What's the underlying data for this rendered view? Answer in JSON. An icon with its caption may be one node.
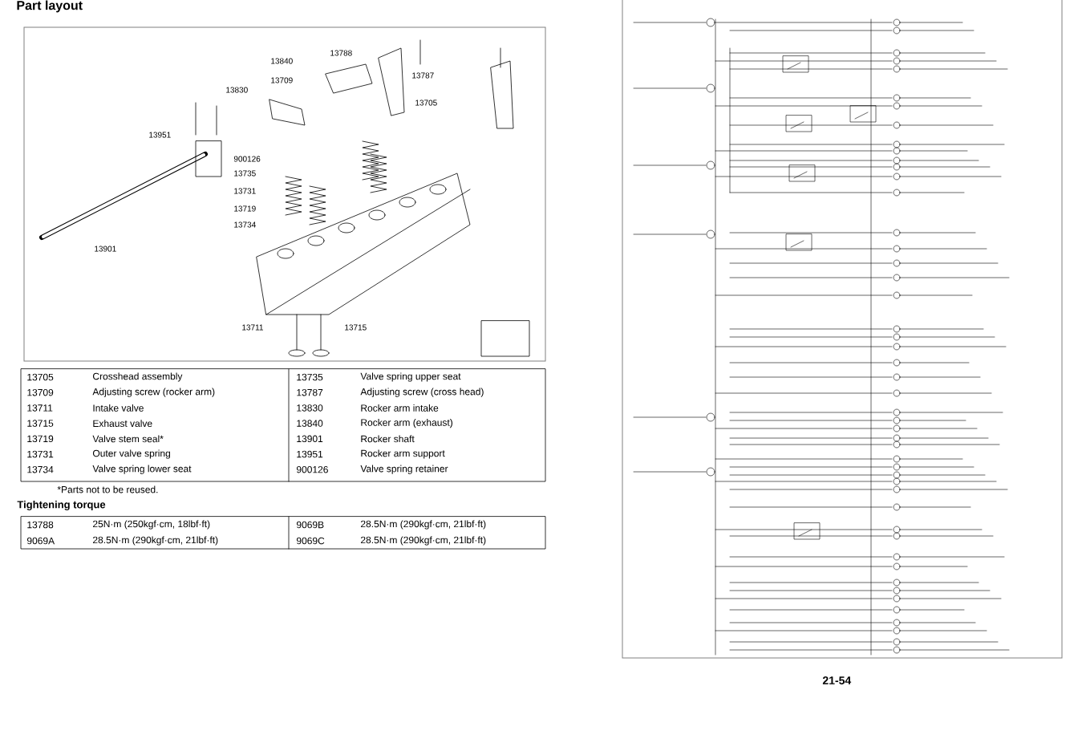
{
  "diagram": {
    "title": "Part layout",
    "labels": [
      "13788",
      "13840",
      "13830",
      "13709",
      "13787",
      "13705",
      "13951",
      "900126",
      "13735",
      "13731",
      "13719",
      "13734",
      "13901",
      "13711",
      "13715",
      "13705",
      "Crosshead assembly",
      "13735",
      "Valve spring upper seat",
      "13709",
      "Adjusting screw (rocker arm)",
      "13787",
      "Adjusting screw (cross head)",
      "13711",
      "Intake valve",
      "13830",
      "Rocker arm intake",
      "13715",
      "Exhaust valve",
      "13840",
      "Rocker arm (exhaust)",
      "13719",
      "Valve stem seal*",
      "13901",
      "Rocker shaft",
      "13731",
      "Outer valve spring",
      "13951",
      "Rocker arm support",
      "13734",
      "Valve spring lower seat",
      "900126",
      "Valve spring retainer",
      "*Parts not to be reused.",
      "Tightening torque",
      "13788",
      "25N·m (250kgf·cm, 18lbf·ft)",
      "9069B",
      "28.5N·m (290kgf·cm, 21lbf·ft)",
      "9069A",
      "28.5N·m (290kgf·cm, 21lbf·ft)",
      "9069C",
      "28.5N·m (290kgf·cm, 21lbf·ft)",
      "21-54"
    ]
  }
}
